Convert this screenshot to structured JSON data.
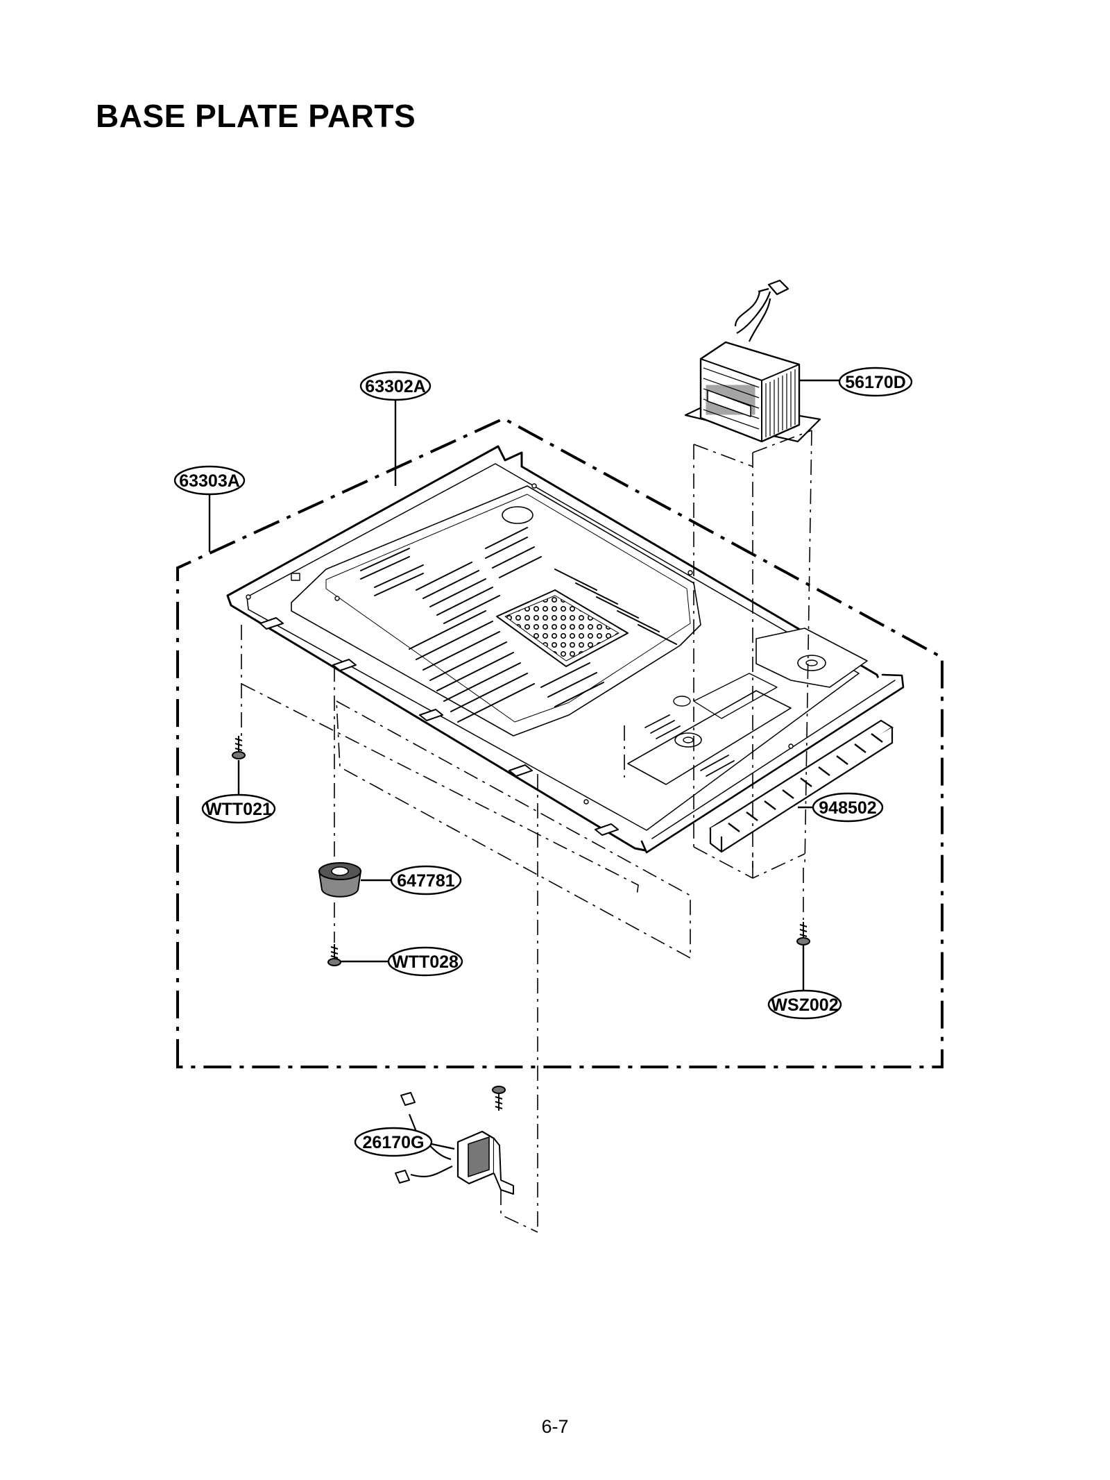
{
  "page": {
    "title": "BASE PLATE PARTS",
    "number": "6-7"
  },
  "parts": [
    {
      "id": "p1",
      "label": "56170D"
    },
    {
      "id": "p2",
      "label": "63302A"
    },
    {
      "id": "p3",
      "label": "63303A"
    },
    {
      "id": "p4",
      "label": "WTT021"
    },
    {
      "id": "p5",
      "label": "948502"
    },
    {
      "id": "p6",
      "label": "647781"
    },
    {
      "id": "p7",
      "label": "WTT028"
    },
    {
      "id": "p8",
      "label": "WSZ002"
    },
    {
      "id": "p9",
      "label": "26170G"
    }
  ]
}
